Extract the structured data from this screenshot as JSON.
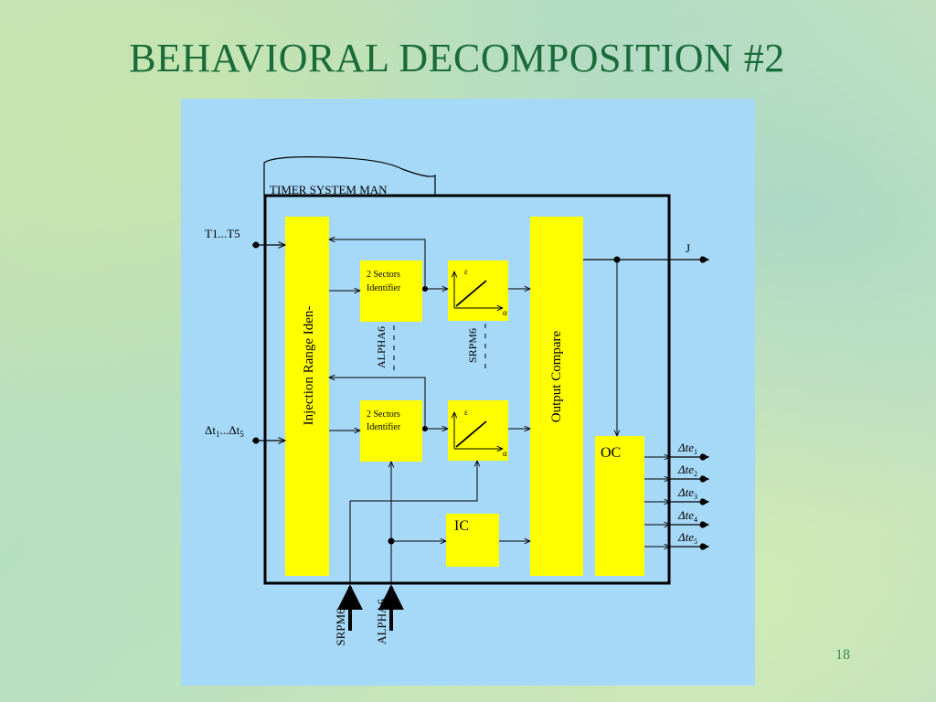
{
  "slide": {
    "title": "BEHAVIORAL DECOMPOSITION  #2",
    "page_number": "18"
  },
  "diagram": {
    "system_label": "TIMER SYSTEM MAN",
    "inputs": {
      "t_top": "T1...T5",
      "dt_left": "Δt",
      "dt_left_sub1": "1",
      "dt_left_mid": "...Δt",
      "dt_left_sub2": "5"
    },
    "blocks": {
      "injection_range": "Injection Range Iden-",
      "sector_top_line1": "2 Sectors",
      "sector_top_line2": "Identifier",
      "sector_bottom_line1": "2 Sectors",
      "sector_bottom_line2": "Identifier",
      "output_compare": "Output Compare",
      "ic": "IC",
      "oc": "OC"
    },
    "graph_labels": {
      "y_axis": "ε",
      "x_axis": "α"
    },
    "side_labels": {
      "alpha_top": "ALPHA6",
      "srpm_top": "SRPM6"
    },
    "bottom_inputs": {
      "srpm": "SRPM6",
      "alpha": "ALPHA6"
    },
    "outputs": {
      "j": "J",
      "te_prefix": "Δte",
      "te_subs": [
        "1",
        "2",
        "3",
        "4",
        "5"
      ]
    }
  }
}
